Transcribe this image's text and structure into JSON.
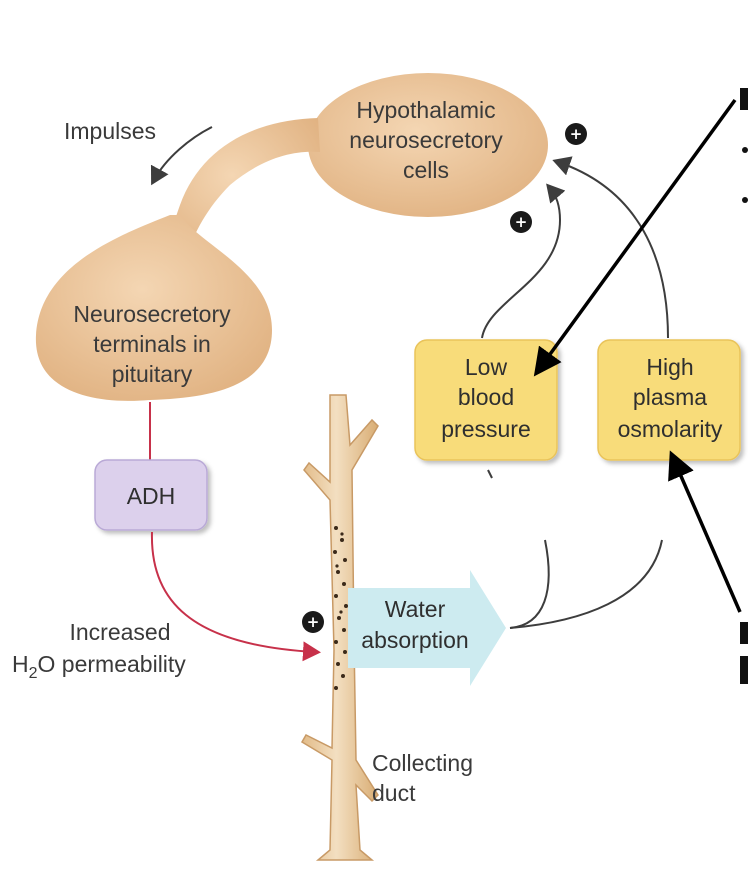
{
  "nodes": {
    "hypothalamic": [
      "Hypothalamic",
      "neurosecretory",
      "cells"
    ],
    "terminals": [
      "Neurosecretory",
      "terminals in",
      "pituitary"
    ],
    "adh": "ADH",
    "low_bp": [
      "Low",
      "blood",
      "pressure"
    ],
    "high_osm": [
      "High",
      "plasma",
      "osmolarity"
    ],
    "water_absorption": [
      "Water",
      "absorption"
    ]
  },
  "labels": {
    "impulses": "Impulses",
    "increased": "Increased",
    "h2o_permeability": {
      "prefix": "H",
      "sub": "2",
      "rest": "O permeability"
    },
    "collecting_duct": [
      "Collecting",
      "duct"
    ]
  },
  "signs": {
    "plus": "+"
  },
  "colors": {
    "cell_fill": "#eac49b",
    "box_fill": "#f8dc7a",
    "adh_fill": "#dcd0ec",
    "arrow_fill": "#cdebf0",
    "duct_fill": "#eccfa8",
    "red_arrow": "#c7314a"
  }
}
